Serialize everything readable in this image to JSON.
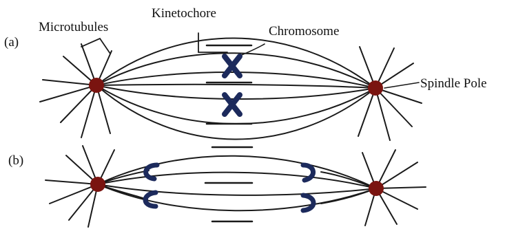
{
  "labels": {
    "microtubules": "Microtubules",
    "kinetochore": "Kinetochore",
    "chromosome": "Chromosome",
    "spindle_pole": "Spindle Pole",
    "panel_a": "(a)",
    "panel_b": "(b)"
  },
  "colors": {
    "line": "#1a1a1a",
    "pole": "#7a1410",
    "chromosome": "#1c2a5c",
    "background": "#ffffff"
  }
}
